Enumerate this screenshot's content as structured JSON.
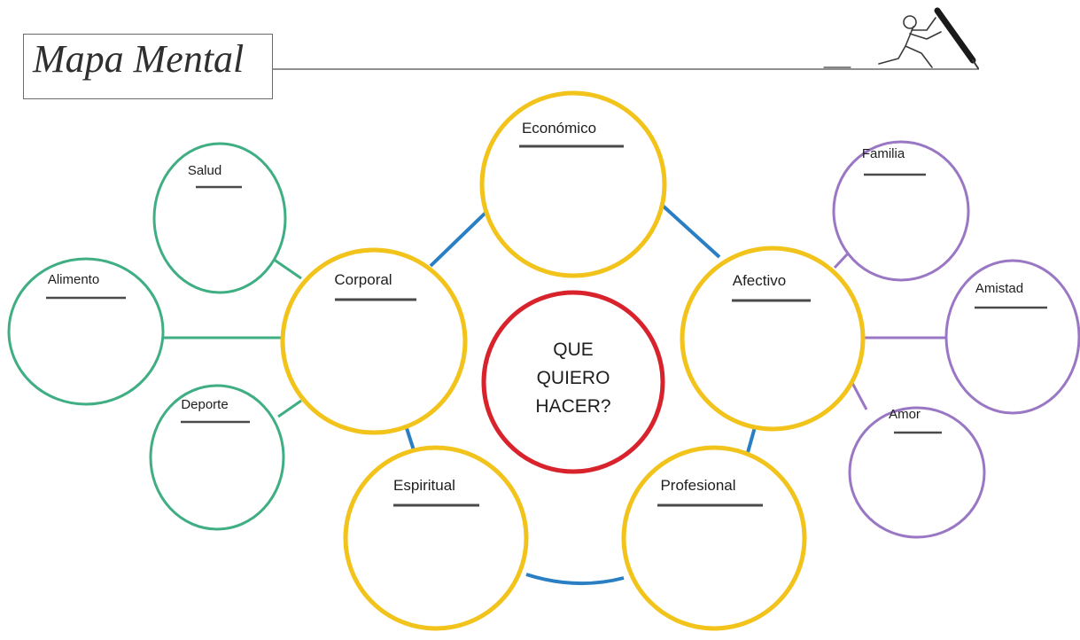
{
  "title": "Mapa Mental",
  "center": {
    "lines": [
      "QUE",
      "QUIERO",
      "HACER?"
    ],
    "color": "#d9232c"
  },
  "colors": {
    "ring": "#2a7fc4",
    "main": "#f2c31b",
    "left_group": "#3fae83",
    "right_group": "#9a77c4",
    "ink": "#4a4a4a"
  },
  "main_nodes": [
    "Económico",
    "Corporal",
    "Afectivo",
    "Espiritual",
    "Profesional"
  ],
  "left_nodes": [
    "Salud",
    "Alimento",
    "Deporte"
  ],
  "right_nodes": [
    "Familia",
    "Amistad",
    "Amor"
  ],
  "icons": {
    "decoration": "figure-pushing-pencil-icon"
  }
}
